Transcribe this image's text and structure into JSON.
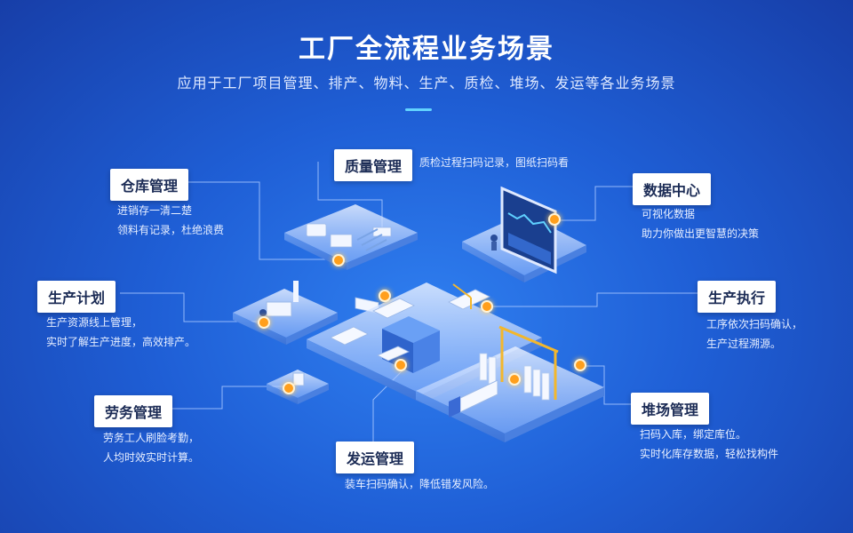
{
  "header": {
    "title": "工厂全流程业务场景",
    "subtitle": "应用于工厂项目管理、排产、物料、生产、质检、堆场、发运等各业务场景"
  },
  "modules": {
    "quality": {
      "label": "质量管理",
      "desc": [
        "质检过程扫码记录，图纸扫码看"
      ]
    },
    "warehouse": {
      "label": "仓库管理",
      "desc": [
        "进销存一清二楚",
        "领料有记录，杜绝浪费"
      ]
    },
    "data_center": {
      "label": "数据中心",
      "desc": [
        "可视化数据",
        "助力你做出更智慧的决策"
      ]
    },
    "plan": {
      "label": "生产计划",
      "desc": [
        "生产资源线上管理，",
        "实时了解生产进度，高效排产。"
      ]
    },
    "execution": {
      "label": "生产执行",
      "desc": [
        "工序依次扫码确认，",
        "生产过程溯源。"
      ]
    },
    "labor": {
      "label": "劳务管理",
      "desc": [
        "劳务工人刷脸考勤，",
        "人均时效实时计算。"
      ]
    },
    "yard": {
      "label": "堆场管理",
      "desc": [
        "扫码入库，绑定库位。",
        "实时化库存数据，轻松找构件"
      ]
    },
    "shipping": {
      "label": "发运管理",
      "desc": [
        "装车扫码确认，降低错发风险。"
      ]
    }
  },
  "colors": {
    "accent": "#ff9f1c",
    "platform": "#cfe1ff",
    "line": "#9cc2ff"
  }
}
